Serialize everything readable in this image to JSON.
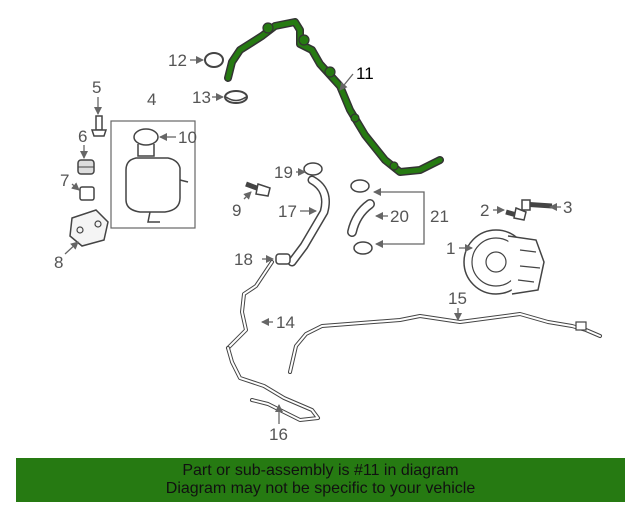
{
  "labels": {
    "p1": "1",
    "p2": "2",
    "p3": "3",
    "p4": "4",
    "p5": "5",
    "p6": "6",
    "p7": "7",
    "p8": "8",
    "p9": "9",
    "p10": "10",
    "p11": "11",
    "p12": "12",
    "p13": "13",
    "p14": "14",
    "p15": "15",
    "p16": "16",
    "p17": "17",
    "p18": "18",
    "p19": "19",
    "p20": "20",
    "p21": "21"
  },
  "highlighted_part": "11",
  "banner": {
    "line1": "Part or sub-assembly is #11 in diagram",
    "line2": "Diagram may not be specific to your vehicle"
  },
  "colors": {
    "highlight_green": "#267a12",
    "banner_bg": "#267a12",
    "line_gray": "#666666"
  }
}
